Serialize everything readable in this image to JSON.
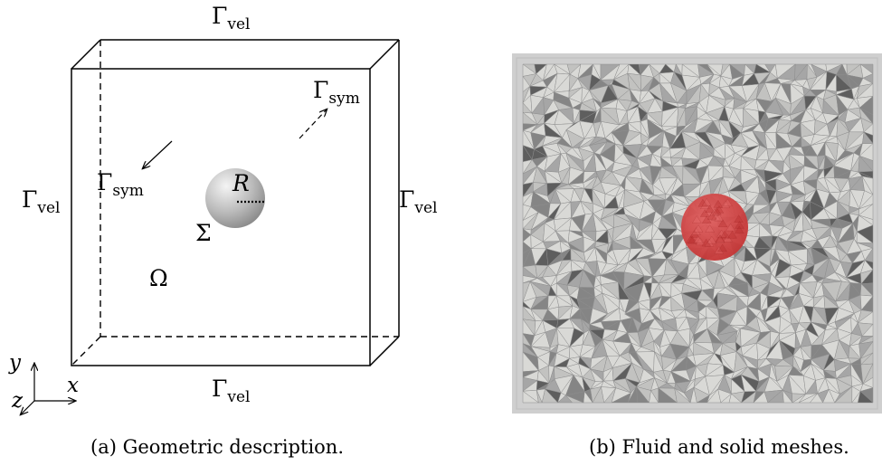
{
  "panel_a": {
    "boundary_top": {
      "main": "Γ",
      "sub": "vel"
    },
    "boundary_left": {
      "main": "Γ",
      "sub": "vel"
    },
    "boundary_right": {
      "main": "Γ",
      "sub": "vel"
    },
    "boundary_bottom": {
      "main": "Γ",
      "sub": "vel"
    },
    "boundary_back": {
      "main": "Γ",
      "sub": "sym"
    },
    "boundary_front": {
      "main": "Γ",
      "sub": "sym"
    },
    "radius_label": "R",
    "interface_label": "Σ",
    "domain_label": "Ω",
    "axes": {
      "x": "x",
      "y": "y",
      "z": "z"
    },
    "caption": "(a) Geometric description."
  },
  "panel_b": {
    "caption": "(b) Fluid and solid meshes.",
    "colors": {
      "mesh_light": "#d8d8d6",
      "mesh_dark": "#5e5e5e",
      "frame": "#c8c8c8",
      "solid": "#d23c3c"
    }
  }
}
